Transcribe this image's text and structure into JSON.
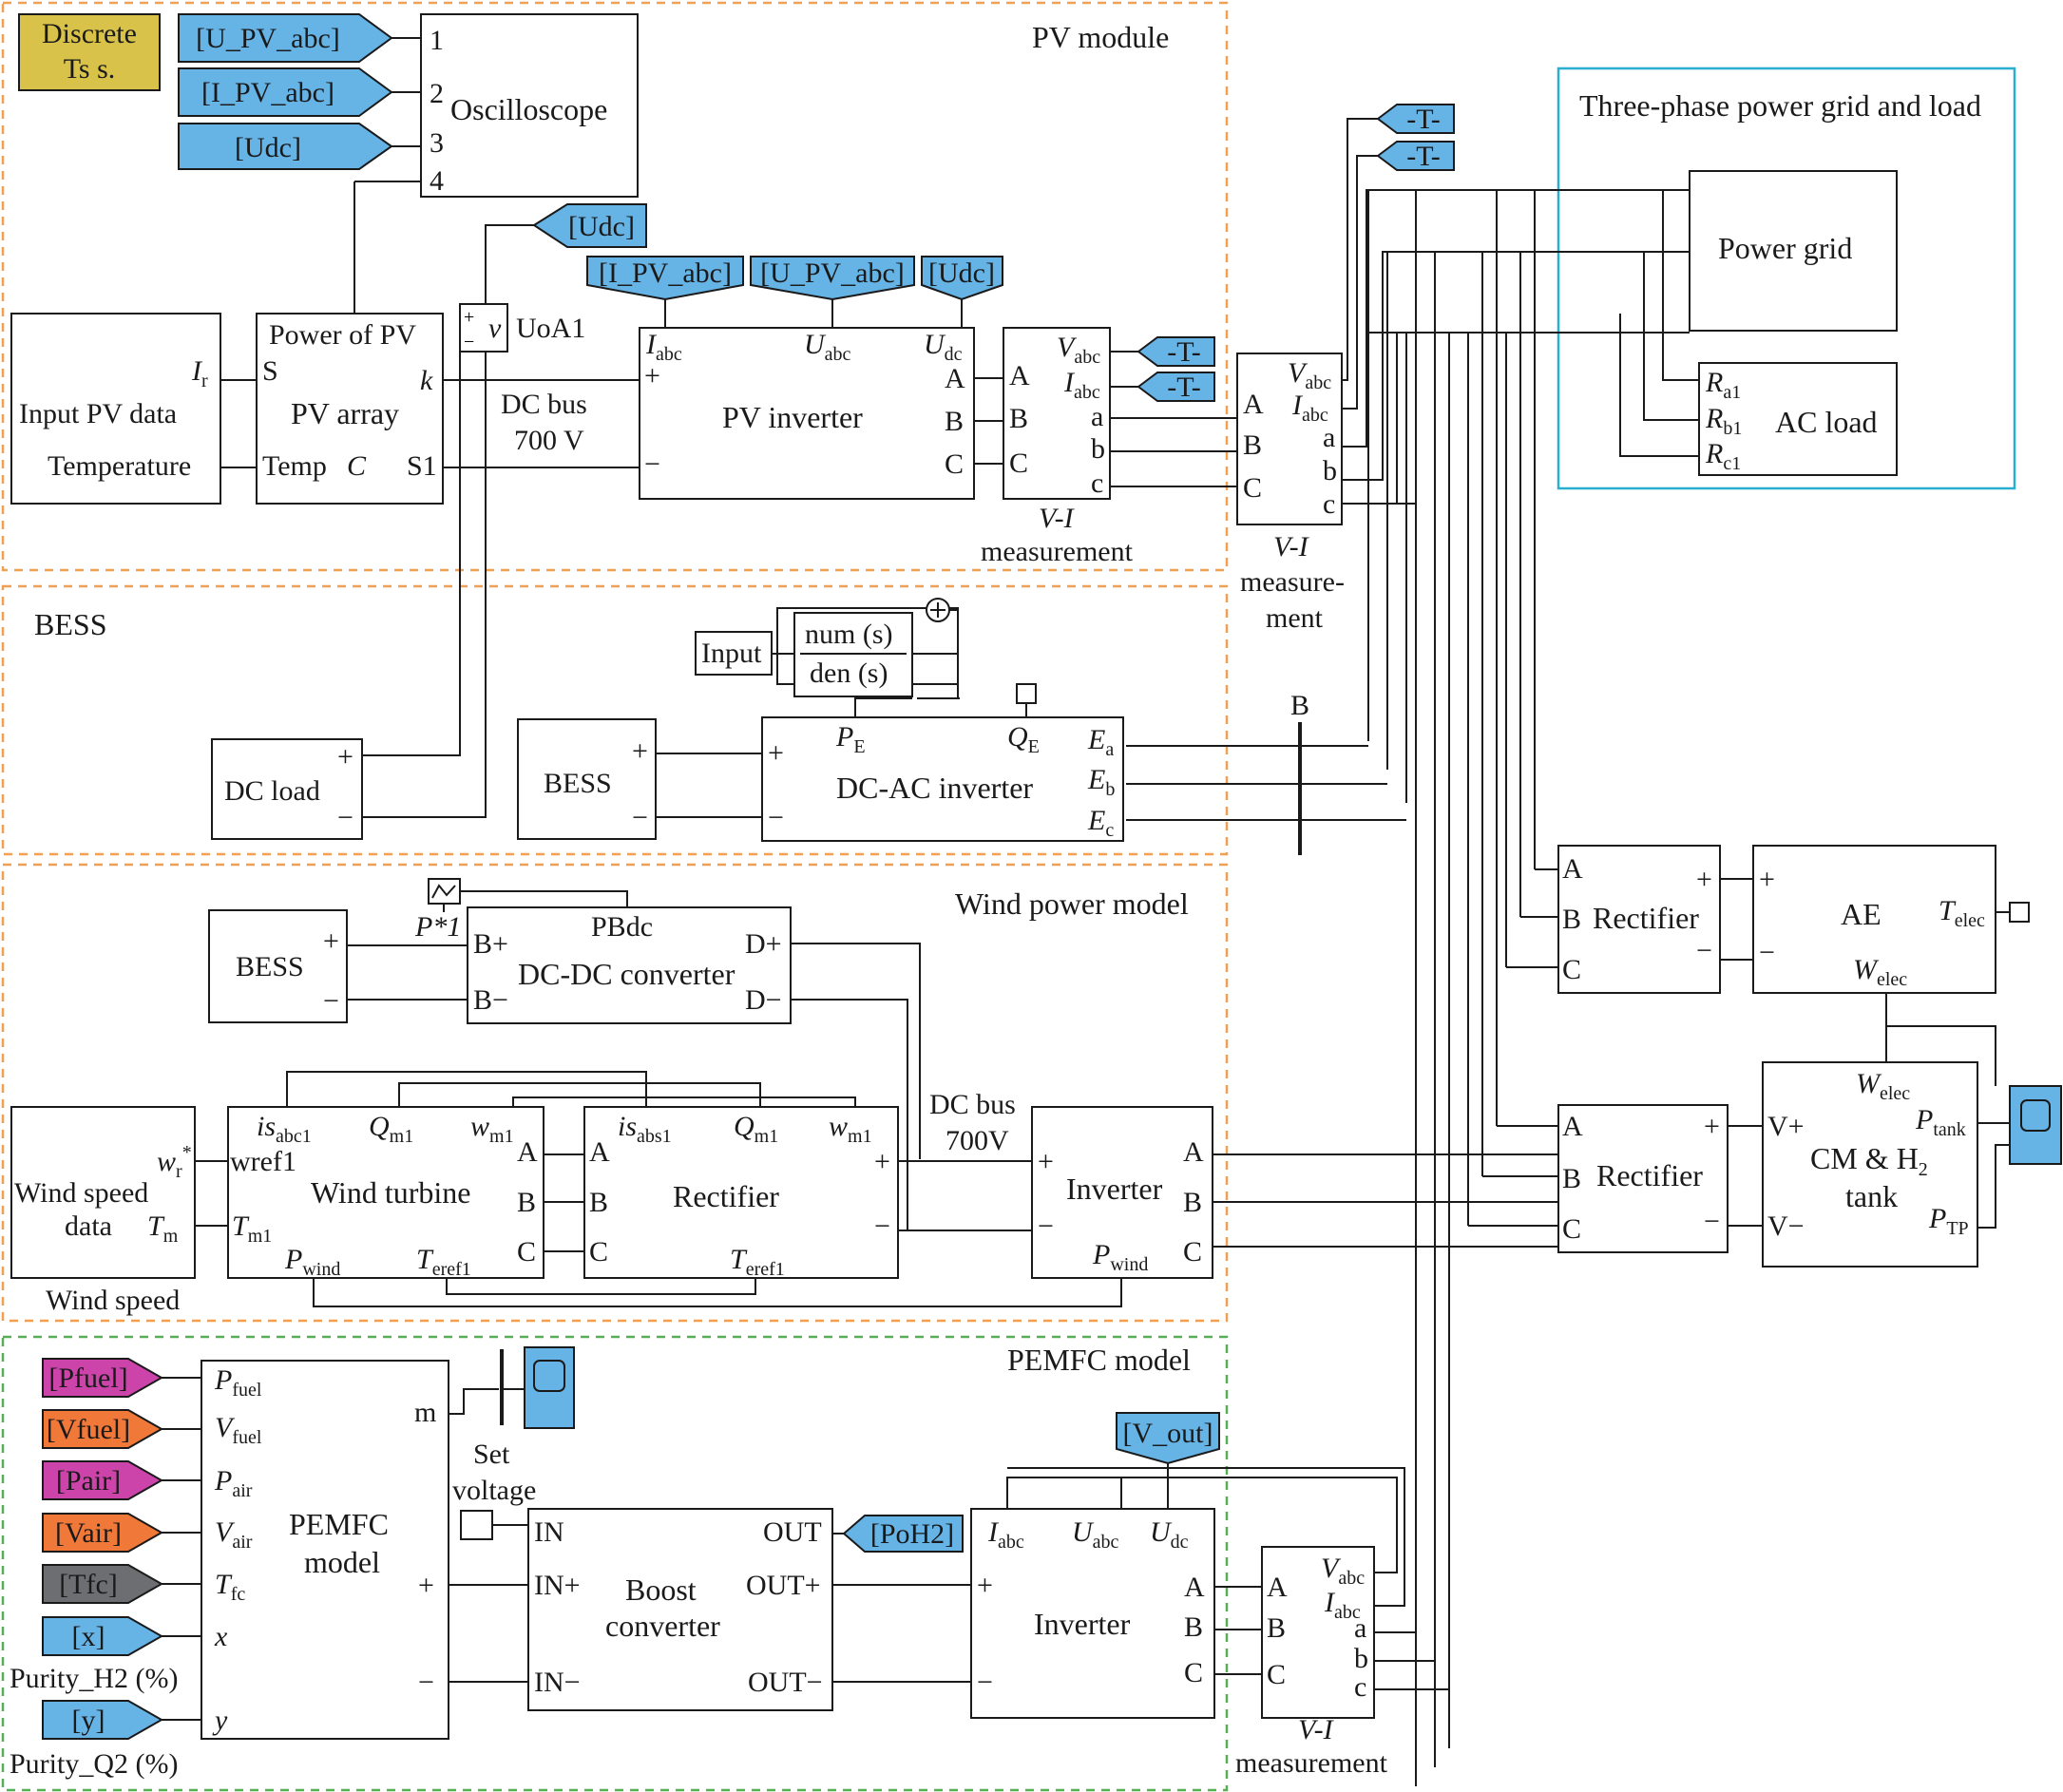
{
  "colors": {
    "goto_blue": "#66b3e6",
    "pfuel_magenta": "#cc44aa",
    "vfuel_orange": "#f07838",
    "tfc_gray": "#6d6e71",
    "discrete_yellow": "#d9c24a",
    "scope_blue": "#66b3e6"
  },
  "regions": {
    "pv": "PV module",
    "bess": "BESS",
    "wind": "Wind power model",
    "pemfc": "PEMFC model",
    "grid": "Three-phase power grid and load"
  },
  "discrete": {
    "l1": "Discrete",
    "l2": "Ts s."
  },
  "tags": {
    "u_pv": "[U_PV_abc]",
    "i_pv": "[I_PV_abc]",
    "udc": "[Udc]",
    "t": "-T-",
    "pfuel": "[Pfuel]",
    "vfuel": "[Vfuel]",
    "pair": "[Pair]",
    "vair": "[Vair]",
    "tfc": "[Tfc]",
    "x": "[x]",
    "y": "[y]",
    "v_out": "[V_out]",
    "poh2": "[PoH2]"
  },
  "osc": {
    "title": "Oscilloscope",
    "p1": "1",
    "p2": "2",
    "p3": "3",
    "p4": "4"
  },
  "pvdata": {
    "l1": "Input PV data",
    "l2": "Temperature"
  },
  "pvarray": {
    "power": "Power of PV",
    "s": "S",
    "name": "PV array",
    "k": "k",
    "temp": "Temp",
    "c": "C",
    "s1": "S1"
  },
  "uoa": {
    "label": "UoA1",
    "v": "v"
  },
  "dcbus1": {
    "l1": "DC bus",
    "l2": "700 V"
  },
  "pvinv": {
    "name": "PV inverter",
    "iabc": "I",
    "iabc_s": "abc",
    "uabc": "U",
    "uabc_s": "abc",
    "udc": "U",
    "udc_s": "dc",
    "A": "A",
    "B": "B",
    "C": "C"
  },
  "vi": {
    "v": "V",
    "abc": "abc",
    "i": "I",
    "a": "a",
    "b": "b",
    "c": "c",
    "A": "A",
    "B": "B",
    "C": "C",
    "vi": "V-I",
    "meas": "measurement",
    "meas1": "measure-",
    "meas2": "ment"
  },
  "pg": {
    "name": "Power grid"
  },
  "acload": {
    "name": "AC load",
    "r": "R",
    "ra": "a1",
    "rb": "b1",
    "rc": "c1"
  },
  "bess": {
    "input": "Input",
    "num": "num (s)",
    "den": "den (s)",
    "name": "BESS",
    "dcload": "DC load",
    "inv": "DC-AC inverter",
    "pe": "P",
    "pe_s": "E",
    "qe": "Q",
    "qe_s": "E",
    "e": "E",
    "ea": "a",
    "eb": "b",
    "ec": "c",
    "bus": "B",
    "plus": "+",
    "minus": "−"
  },
  "wind": {
    "bess": "BESS",
    "p1": "P*1",
    "pbdc": "PBdc",
    "dcdc": "DC-DC converter",
    "bp": "B+",
    "bm": "B−",
    "dp": "D+",
    "dm": "D−",
    "ws1": "Wind speed",
    "ws2": "data",
    "wslabel": "Wind speed",
    "wr": "w",
    "wr_s": "r",
    "wr_sup": "*",
    "tm": "T",
    "tm_s": "m",
    "wt": "Wind turbine",
    "wref": "wref1",
    "is": "is",
    "is_s": "abc1",
    "qm": "Q",
    "qm_s": "m1",
    "wm": "w",
    "wm_s": "m1",
    "tm1": "T",
    "tm1_s": "m1",
    "pw": "P",
    "pw_s": "wind",
    "te": "T",
    "te_s": "eref1",
    "rect": "Rectifier",
    "isabs": "is",
    "isabs_s": "abs1",
    "dcbus": "DC bus",
    "dcbus2": "700V",
    "inv": "Inverter"
  },
  "ae": {
    "rect": "Rectifier",
    "name": "AE",
    "telec": "T",
    "telec_s": "elec",
    "welec": "W",
    "welec_s": "elec"
  },
  "cm": {
    "rect": "Rectifier",
    "l1": "CM & H",
    "l1_s": "2",
    "l2": "tank",
    "vp": "V+",
    "vm": "V−",
    "welec": "W",
    "welec_s": "elec",
    "ptank": "P",
    "ptank_s": "tank",
    "ptp": "P",
    "ptp_s": "TP"
  },
  "pemfc": {
    "l1": "PEMFC",
    "l2": "model",
    "pfuel": "P",
    "pfuel_s": "fuel",
    "vfuel": "V",
    "vfuel_s": "fuel",
    "pair": "P",
    "pair_s": "air",
    "vair": "V",
    "vair_s": "air",
    "tfc": "T",
    "tfc_s": "fc",
    "x": "x",
    "y": "y",
    "m": "m",
    "purity_h2": "Purity_H2 (%)",
    "purity_q2": "Purity_Q2 (%)",
    "setv1": "Set",
    "setv2": "voltage"
  },
  "boost": {
    "l1": "Boost",
    "l2": "converter",
    "in": "IN",
    "inp": "IN+",
    "inm": "IN−",
    "out": "OUT",
    "outp": "OUT+",
    "outm": "OUT−"
  },
  "fcinv": {
    "name": "Inverter"
  }
}
